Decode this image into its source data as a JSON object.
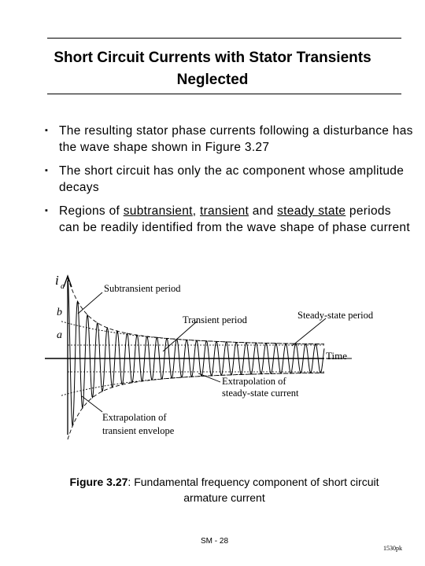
{
  "slide": {
    "title": "Short Circuit Currents with Stator Transients Neglected",
    "bullet_mark": "▪",
    "bullets": [
      {
        "text": "The resulting stator phase currents following a disturbance has the wave shape shown in Figure 3.27"
      },
      {
        "text": "The short circuit has only the ac component whose amplitude decays"
      },
      {
        "part1": "Regions of ",
        "term1": "subtransient",
        "sep1": ", ",
        "term2": "transient",
        "sep2": " and ",
        "term3": "steady state",
        "part2": " periods can be readily identified from the wave shape of phase current"
      }
    ]
  },
  "figure": {
    "axis_y_label": "i",
    "axis_y_sub": "a",
    "axis_x_label": "Time",
    "point_b": "b",
    "point_a": "a",
    "labels": {
      "subtransient": "Subtransient period",
      "transient": "Transient period",
      "steady": "Steady-state period",
      "extrap_steady_1": "Extrapolation of",
      "extrap_steady_2": "steady-state current",
      "extrap_trans_1": "Extrapolation of",
      "extrap_trans_2": "transient envelope"
    }
  },
  "caption": {
    "label": "Figure 3.27",
    "text": ": Fundamental frequency component of short circuit armature current"
  },
  "footer": {
    "page": "SM - 28",
    "ref": "1530pk"
  }
}
